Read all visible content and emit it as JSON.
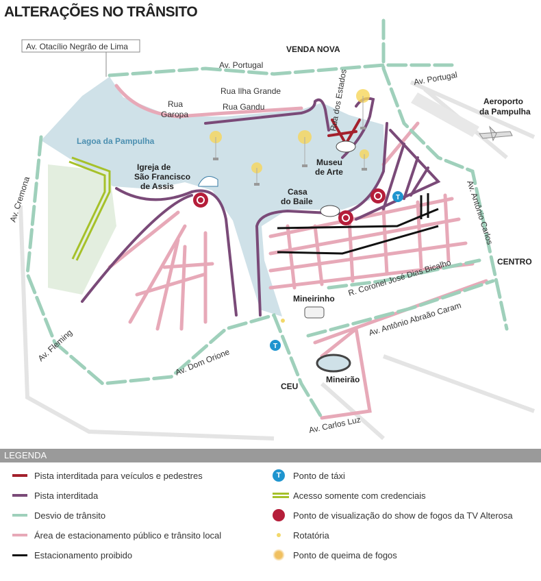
{
  "title": "ALTERAÇÕES NO TRÂNSITO",
  "map": {
    "labels": {
      "av_otacilio": "Av. Otacílio Negrão de Lima",
      "venda_nova": "VENDA NOVA",
      "av_portugal_1": "Av. Portugal",
      "av_portugal_2": "Av. Portugal",
      "rua_ilha_grande": "Rua Ilha Grande",
      "rua_garopa_1": "Rua",
      "rua_garopa_2": "Garopa",
      "rua_gandu": "Rua Gandu",
      "rua_estados": "Rua dos Estados",
      "aeroporto_1": "Aeroporto",
      "aeroporto_2": "da Pampulha",
      "lagoa": "Lagoa da Pampulha",
      "igreja_1": "Igreja de",
      "igreja_2": "São Francisco",
      "igreja_3": "de Assis",
      "museu_1": "Museu",
      "museu_2": "de Arte",
      "casa_1": "Casa",
      "casa_2": "do Baile",
      "av_cremona": "Av. Cremona",
      "av_antonio_carlos": "Av. Antônio Carlos",
      "centro": "CENTRO",
      "r_coronel": "R. Coronel José Dias Bicalho",
      "mineirinho": "Mineirinho",
      "av_abraao": "Av. Antônio Abraão Caram",
      "av_fleming": "Av. Fleming",
      "av_dom_orione": "Av. Dom Orione",
      "ceu": "CEU",
      "mineirao": "Mineirão",
      "av_carlos_luz": "Av. Carlos Luz"
    },
    "taxi_glyph": "T"
  },
  "legend": {
    "heading": "LEGENDA",
    "items": [
      {
        "label": "Pista interditada para veículos e pedestres",
        "color": "#a3202c",
        "icon": "line"
      },
      {
        "label": "Pista interditada",
        "color": "#7a4a78",
        "icon": "line"
      },
      {
        "label": "Desvio de trânsito",
        "color": "#9fd0bb",
        "icon": "arrow"
      },
      {
        "label": "Área de estacionamento público e trânsito local",
        "color": "#e7a9b8",
        "icon": "line"
      },
      {
        "label": "Estacionamento proibido",
        "color": "#111111",
        "icon": "line"
      },
      {
        "label": "Ponto de táxi",
        "color": "#1f95cf",
        "icon": "taxi-icon"
      },
      {
        "label": "Acesso somente com credenciais",
        "color": "#a6c12a",
        "icon": "double-line"
      },
      {
        "label": "Ponto de visualização do show de fogos da TV Alterosa",
        "color": "#b51e3a",
        "icon": "viewpoint-icon"
      },
      {
        "label": "Rotatória",
        "color": "#f2d86a",
        "icon": "roundabout-icon"
      },
      {
        "label": "Ponto de queima de fogos",
        "color": "#f0c060",
        "icon": "fireworks-icon"
      }
    ],
    "taxi_glyph": "T"
  }
}
